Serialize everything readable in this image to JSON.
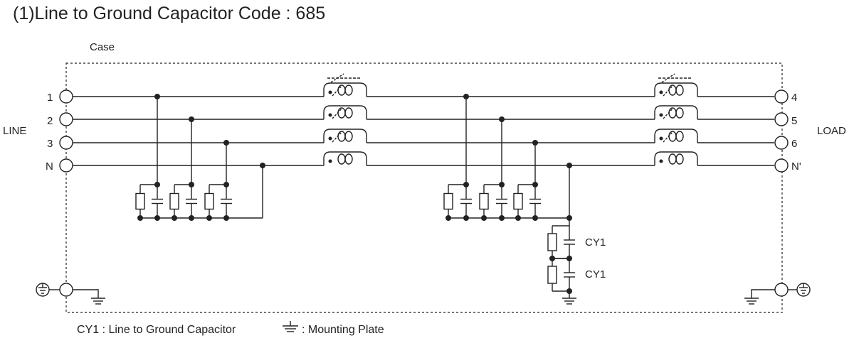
{
  "title": "(1)Line to Ground Capacitor Code : 685",
  "case_label": "Case",
  "line_label": "LINE",
  "load_label": "LOAD",
  "terminals": {
    "t1": "1",
    "t2": "2",
    "t3": "3",
    "tN": "N",
    "t4": "4",
    "t5": "5",
    "t6": "6",
    "tNp": "N'"
  },
  "capacitor_label_1": "CY1",
  "capacitor_label_2": "CY1",
  "legend": {
    "cy1": "CY1 : Line to Ground Capacitor",
    "mounting_plate": ": Mounting Plate"
  }
}
